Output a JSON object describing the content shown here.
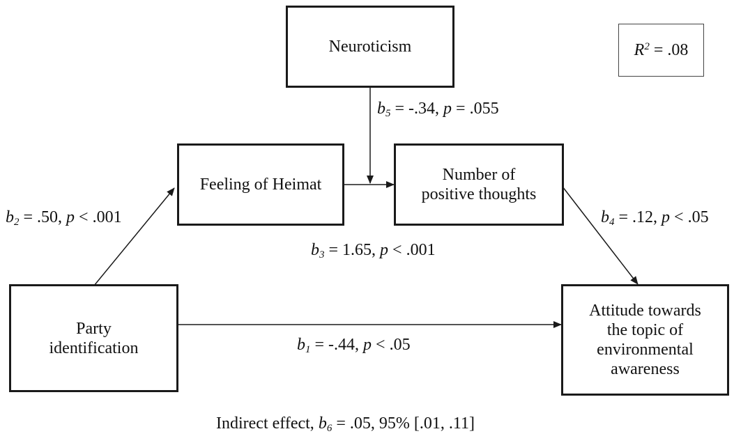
{
  "boxes": {
    "neuroticism": "Neuroticism",
    "heimat": "Feeling of Heimat",
    "thoughts_line1": "Number of",
    "thoughts_line2": "positive thoughts",
    "party_line1": "Party",
    "party_line2": "identification",
    "attitude_line1": "Attitude towards",
    "attitude_line2": "the topic of",
    "attitude_line3": "environmental",
    "attitude_line4": "awareness"
  },
  "r_squared": {
    "symbol": "R",
    "exponent": "2",
    "value": " = .08"
  },
  "paths": {
    "b5": {
      "coef": "b",
      "sub": "5",
      "text": " = -.34, ",
      "p": "p",
      "ptext": " = .055"
    },
    "b2": {
      "coef": "b",
      "sub": "2",
      "text": " = .50, ",
      "p": "p",
      "ptext": " < .001"
    },
    "b3": {
      "coef": "b",
      "sub": "3",
      "text": " = 1.65, ",
      "p": "p",
      "ptext": " < .001"
    },
    "b4": {
      "coef": "b",
      "sub": "4",
      "text": " = .12, ",
      "p": "p",
      "ptext": " < .05"
    },
    "b1": {
      "coef": "b",
      "sub": "1",
      "text": " = -.44, ",
      "p": "p",
      "ptext": " < .05"
    }
  },
  "indirect": {
    "prefix": "Indirect effect, ",
    "coef": "b",
    "sub": "6",
    "text": " = .05, 95% [.01, .11]"
  }
}
